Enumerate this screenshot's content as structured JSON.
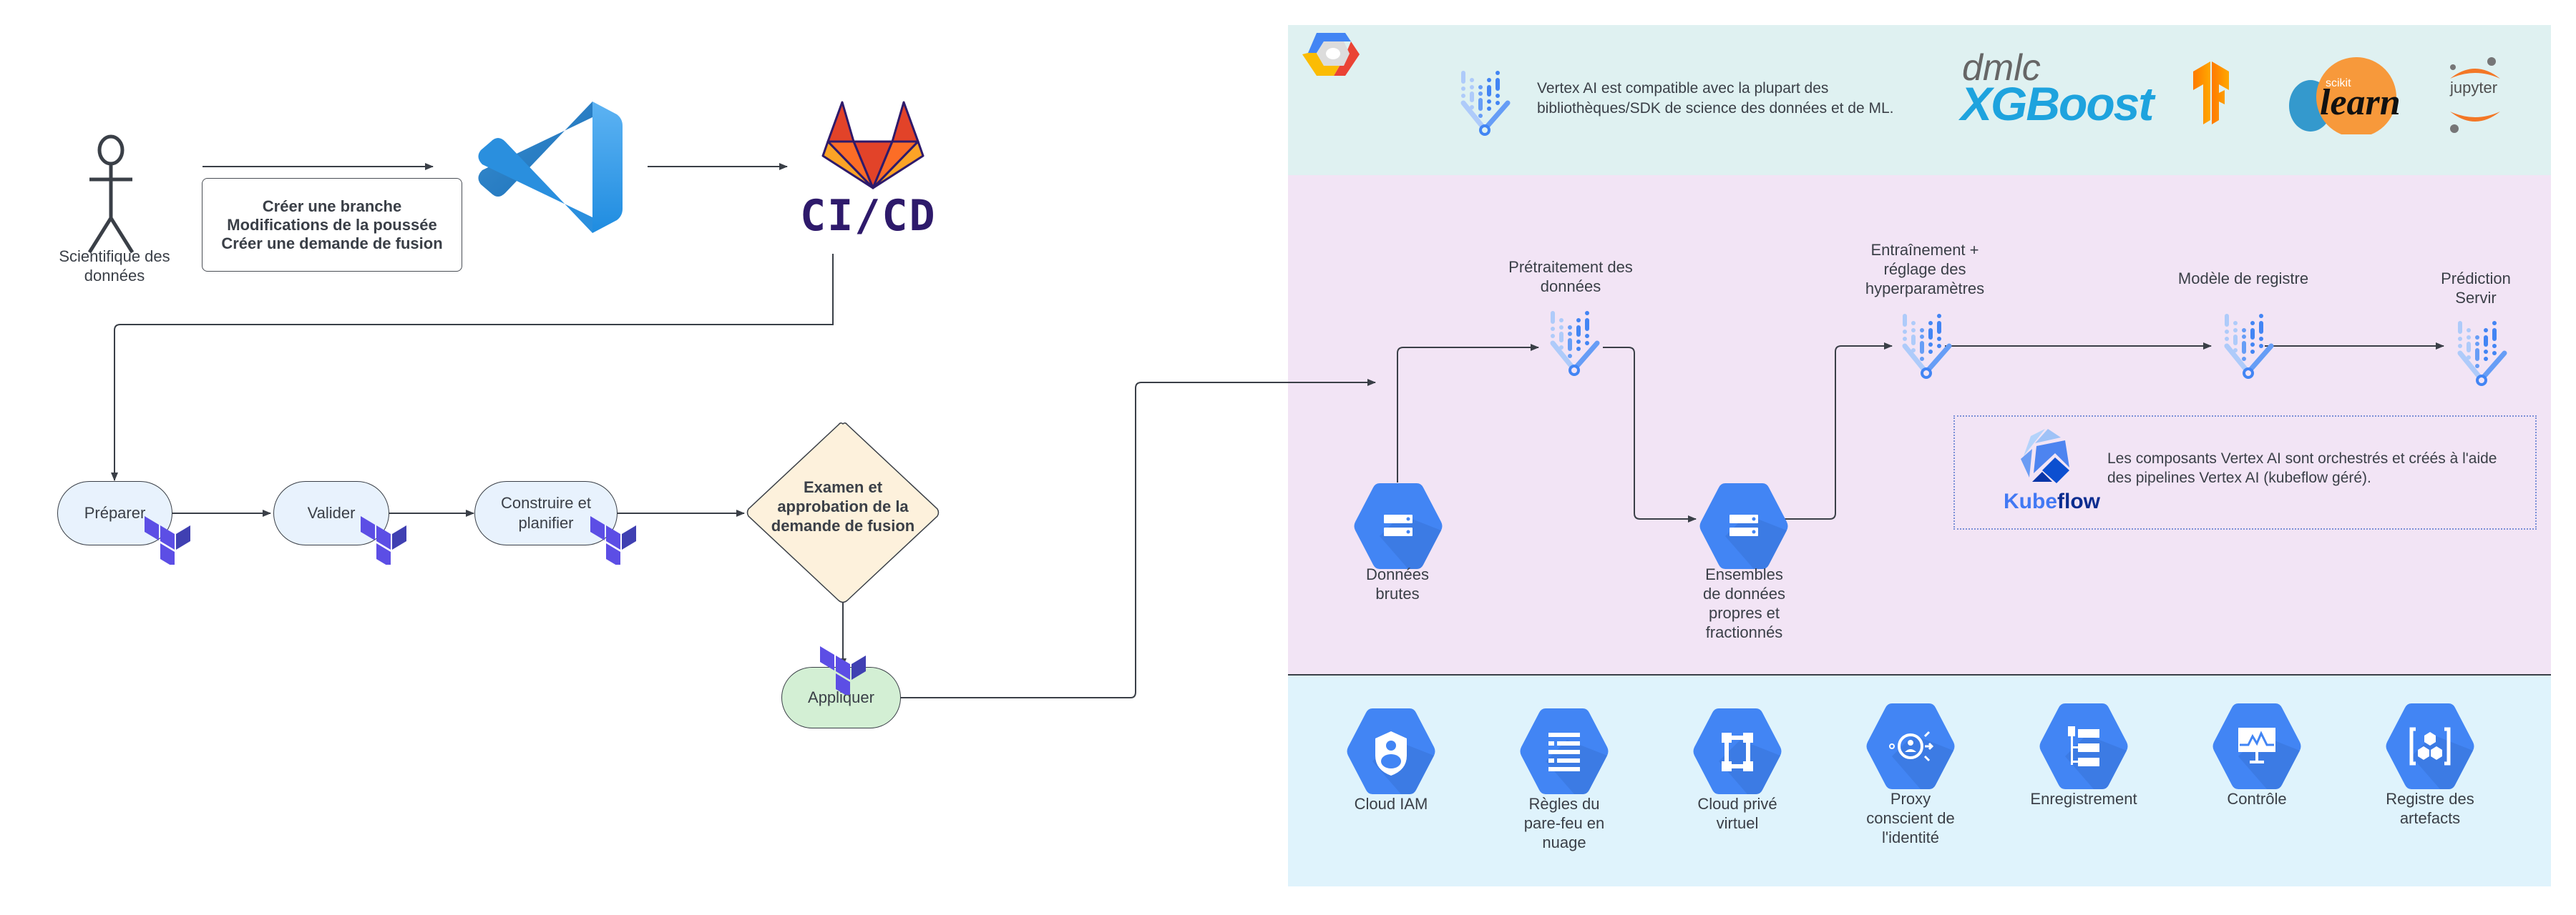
{
  "left_flow": {
    "actor": {
      "label": "Scientifique des données",
      "icon": "stick-figure-icon"
    },
    "git_actions": {
      "lines": [
        "Créer une branche",
        "Modifications de la poussée",
        "Créer une demande de fusion"
      ]
    },
    "editor_logo": {
      "icon": "vscode-logo-icon"
    },
    "cicd_logo": {
      "icon": "gitlab-cicd-logo-icon",
      "text": "CI/CD"
    },
    "steps": [
      {
        "label": "Préparer",
        "icon": "terraform-icon"
      },
      {
        "label": "Valider",
        "icon": "terraform-icon"
      },
      {
        "label": "Construire et planifier",
        "icon": "terraform-icon"
      }
    ],
    "decision": {
      "label": "Examen et approbation de la demande de fusion"
    },
    "apply": {
      "label": "Appliquer",
      "icon": "terraform-icon"
    }
  },
  "gcp_panel": {
    "logo": {
      "icon": "google-cloud-logo-icon"
    },
    "compat": {
      "icon": "vertex-ai-icon",
      "text_lines": [
        "Vertex AI est compatible avec la plupart des",
        "bibliothèques/SDK de science des données et de ML."
      ]
    },
    "libraries": [
      {
        "name": "xgboost",
        "top": "dmlc",
        "main": "XGBoost"
      },
      {
        "name": "tensorflow",
        "icon": "tensorflow-logo-icon"
      },
      {
        "name": "scikit-learn",
        "small": "scikit",
        "main": "learn"
      },
      {
        "name": "jupyter",
        "main": "jupyter"
      }
    ],
    "pipeline": {
      "raw_data": {
        "label_lines": [
          "Données",
          "brutes"
        ],
        "icon": "cloud-storage-icon"
      },
      "preprocess": {
        "label_lines": [
          "Prétraitement des",
          "données"
        ],
        "icon": "vertex-ai-icon"
      },
      "datasets": {
        "label_lines": [
          "Ensembles",
          "de données",
          "propres et",
          "fractionnés"
        ],
        "icon": "cloud-storage-icon"
      },
      "training": {
        "label_lines": [
          "Entraînement +",
          "réglage des",
          "hyperparamètres"
        ],
        "icon": "vertex-ai-icon"
      },
      "registry": {
        "label_lines": [
          "Modèle de registre"
        ],
        "icon": "vertex-ai-icon"
      },
      "serving": {
        "label_lines": [
          "Prédiction",
          "Servir"
        ],
        "icon": "vertex-ai-icon"
      }
    },
    "kubeflow": {
      "logo_text_a": "Kube",
      "logo_text_b": "flow",
      "text_lines": [
        "Les composants Vertex AI sont orchestrés et créés à l'aide",
        "des pipelines Vertex AI (kubeflow géré)."
      ]
    },
    "services": [
      {
        "label_lines": [
          "Cloud IAM"
        ],
        "icon": "cloud-iam-icon"
      },
      {
        "label_lines": [
          "Règles du",
          "pare-feu en",
          "nuage"
        ],
        "icon": "firewall-rules-icon"
      },
      {
        "label_lines": [
          "Cloud privé",
          "virtuel"
        ],
        "icon": "vpc-icon"
      },
      {
        "label_lines": [
          "Proxy",
          "conscient de",
          "l'identité"
        ],
        "icon": "identity-aware-proxy-icon"
      },
      {
        "label_lines": [
          "Enregistrement"
        ],
        "icon": "logging-icon"
      },
      {
        "label_lines": [
          "Contrôle"
        ],
        "icon": "monitoring-icon"
      },
      {
        "label_lines": [
          "Registre des",
          "artefacts"
        ],
        "icon": "artifact-registry-icon"
      }
    ]
  },
  "colors": {
    "ink": "#3a3f47",
    "gcp_blue": "#4285f4",
    "gcp_blue_dark": "#3b78e0",
    "terraform": "#5c4ee5",
    "terraform_dark": "#4040b2",
    "band_top": "#dff1f1",
    "band_mid": "#f2e4f5",
    "band_bot": "#dff3fc",
    "decision_fill": "#fdf1dc",
    "apply_fill": "#d3efd4",
    "step_fill": "#e8f2fd",
    "cicd_purple": "#2e1a6b"
  }
}
